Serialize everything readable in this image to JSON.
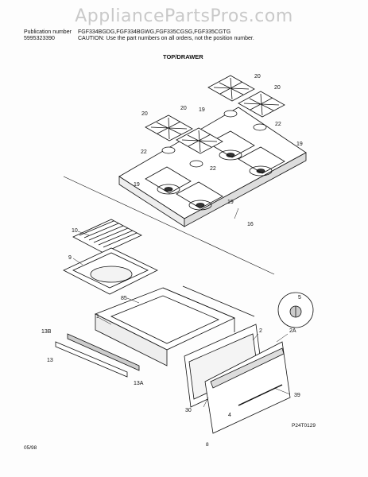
{
  "watermark": "AppliancePartsPros.com",
  "header": {
    "publication_label": "Publication number",
    "publication_number": "5995323390",
    "models": "FGF334BGDG,FGF334BGWG,FGF335CGSG,FGF335CGTG",
    "caution": "CAUTION:  Use the part numbers on all orders, not the position number."
  },
  "section_title": "TOP/DRAWER",
  "callouts": {
    "c20a": "20",
    "c20b": "20",
    "c20c": "20",
    "c20d": "20",
    "c19a": "19",
    "c19b": "19",
    "c19c": "19",
    "c19d": "19",
    "c22a": "22",
    "c22b": "22",
    "c22c": "22",
    "c16": "16",
    "c10": "10",
    "c9": "9",
    "c85": "85",
    "c1": "1",
    "c13b": "13B",
    "c13": "13",
    "c13a": "13A",
    "c2": "2",
    "c2a": "2A",
    "c5": "5",
    "c30": "30",
    "c39": "39",
    "c4": "4"
  },
  "footer": {
    "date": "05/98",
    "page": "8",
    "drawing_code": "P24T0129"
  }
}
